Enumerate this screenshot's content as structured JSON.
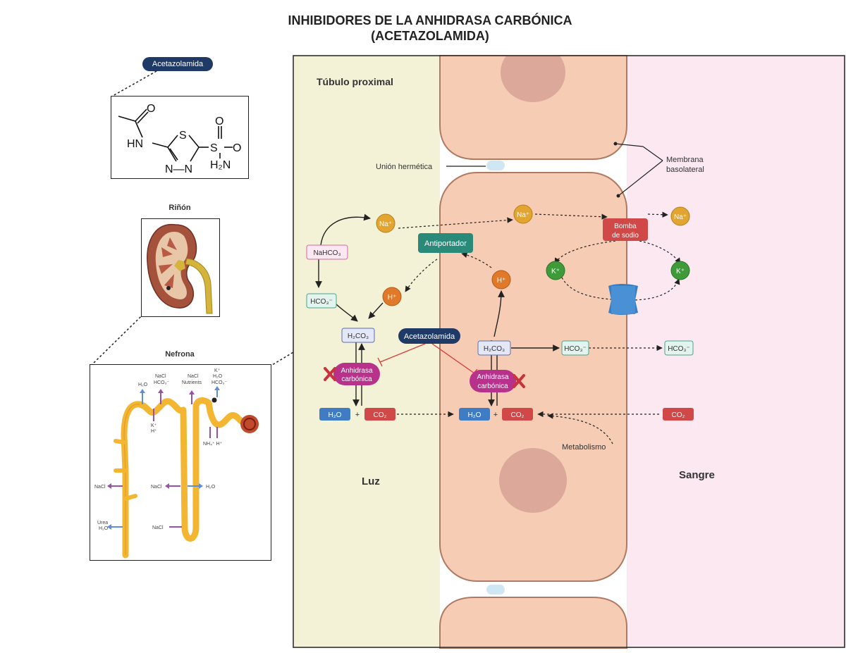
{
  "title": {
    "line1": "INHIBIDORES DE LA ANHIDRASA CARBÓNICA",
    "line2": "(ACETAZOLAMIDA)"
  },
  "left": {
    "drug_pill": "Acetazolamida",
    "structure_atoms": {
      "o1": "O",
      "hn": "HN",
      "s": "S",
      "s2": "S",
      "o2": "O",
      "o3": "O",
      "nn": "N—N",
      "h2n": "H₂N"
    },
    "kidney_label": "Riñón",
    "nephron_label": "Nefrona",
    "nephron_labels": {
      "h2o_a": "H₂O",
      "nacl_hco3_a": "NaCl",
      "nacl_hco3_b": "HCO₃⁻",
      "nacl_nut_a": "NaCl",
      "nacl_nut_b": "Nutrients",
      "k_a": "K⁺",
      "k_b": "H₂O",
      "k_c": "HCO₃⁻",
      "kh_a": "K⁺",
      "kh_b": "H⁺",
      "nh": "NH₄⁺  H⁺",
      "nacl1": "NaCl",
      "nacl2": "NaCl",
      "h2o2": "H₂O",
      "urea_a": "Urea",
      "urea_b": "H₂O",
      "nacl3": "NaCl"
    }
  },
  "main": {
    "tubule_label": "Túbulo proximal",
    "luz_label": "Luz",
    "sangre_label": "Sangre",
    "tight_junction": "Unión hermética",
    "membrane_a": "Membrana",
    "membrane_b": "basolateral",
    "na_lumen": "Na⁺",
    "na_cell": "Na⁺",
    "na_blood": "Na⁺",
    "antiporter": "Antiportador",
    "nahco3": "NaHCO₃",
    "hco3_lumen": "HCO₃⁻",
    "h_lumen": "H⁺",
    "h_cell": "H⁺",
    "h2co3_lumen": "H₂CO₃",
    "h2co3_cell": "H₂CO₃",
    "acetazolamida": "Acetazolamida",
    "ca_lumen_a": "Anhidrasa",
    "ca_lumen_b": "carbónica",
    "ca_cell_a": "Anhidrasa",
    "ca_cell_b": "carbónica",
    "h2o_lumen": "H₂O",
    "co2_lumen": "CO₂",
    "h2o_cell": "H₂O",
    "co2_cell": "CO₂",
    "co2_blood": "CO₂",
    "plus1": "+",
    "plus2": "+",
    "hco3_cell": "HCO₃⁻",
    "hco3_blood": "HCO₃⁻",
    "pump_a": "Bomba",
    "pump_b": "de sodio",
    "k_left": "K⁺",
    "k_right": "K⁺",
    "metabolismo": "Metabolismo"
  },
  "colors": {
    "lumen": "#f3f1d6",
    "cell": "#f6ccb4",
    "cell_border": "#b07a62",
    "blood": "#fbe8f1",
    "na": "#e2a531",
    "k": "#3f9a3a",
    "h": "#e07a2a",
    "h2o": "#3f7cc4",
    "co2": "#d04848",
    "enzyme": "#b8328c",
    "antiporter": "#2a8a7a",
    "pump": "#d04848",
    "drug": "#1f3a66"
  }
}
